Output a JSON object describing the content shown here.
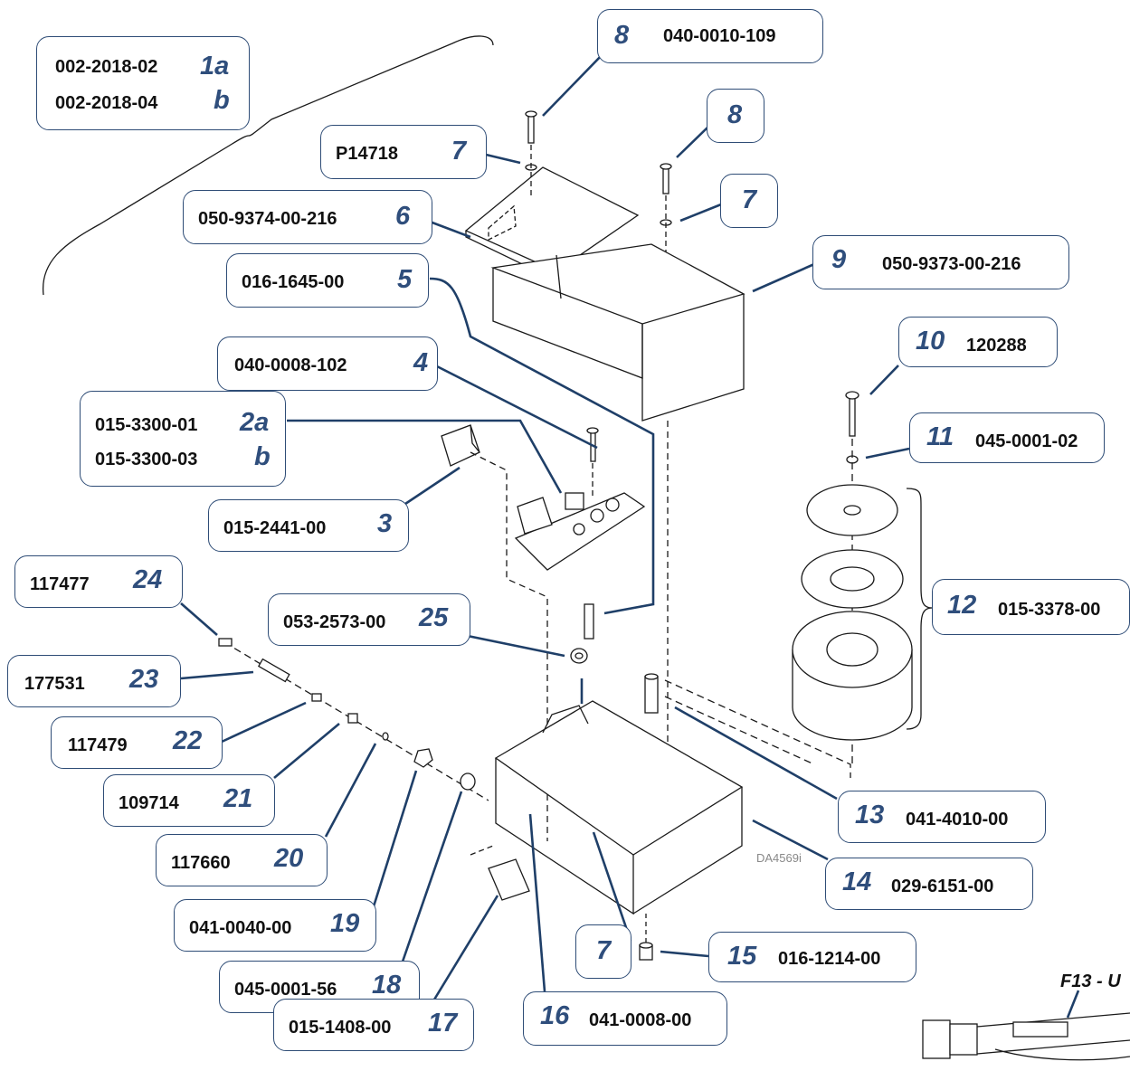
{
  "drawing_id": "DA4569i",
  "figure_label": "F13 - U",
  "callouts": [
    {
      "num": "1a",
      "part": "002-2018-02"
    },
    {
      "num": "b",
      "part": "002-2018-04"
    },
    {
      "num": "8",
      "part": "040-0010-109"
    },
    {
      "num": "8",
      "part": ""
    },
    {
      "num": "7",
      "part": "P14718"
    },
    {
      "num": "7",
      "part": ""
    },
    {
      "num": "6",
      "part": "050-9374-00-216"
    },
    {
      "num": "9",
      "part": "050-9373-00-216"
    },
    {
      "num": "5",
      "part": "016-1645-00"
    },
    {
      "num": "4",
      "part": "040-0008-102"
    },
    {
      "num": "10",
      "part": "120288"
    },
    {
      "num": "2a",
      "part": "015-3300-01"
    },
    {
      "num": "b",
      "part": "015-3300-03"
    },
    {
      "num": "11",
      "part": "045-0001-02"
    },
    {
      "num": "3",
      "part": "015-2441-00"
    },
    {
      "num": "24",
      "part": "117477"
    },
    {
      "num": "12",
      "part": "015-3378-00"
    },
    {
      "num": "25",
      "part": "053-2573-00"
    },
    {
      "num": "23",
      "part": "177531"
    },
    {
      "num": "22",
      "part": "117479"
    },
    {
      "num": "21",
      "part": "109714"
    },
    {
      "num": "13",
      "part": "041-4010-00"
    },
    {
      "num": "20",
      "part": "117660"
    },
    {
      "num": "14",
      "part": "029-6151-00"
    },
    {
      "num": "19",
      "part": "041-0040-00"
    },
    {
      "num": "7",
      "part": ""
    },
    {
      "num": "15",
      "part": "016-1214-00"
    },
    {
      "num": "18",
      "part": "045-0001-56"
    },
    {
      "num": "17",
      "part": "015-1408-00"
    },
    {
      "num": "16",
      "part": "041-0008-00"
    }
  ]
}
